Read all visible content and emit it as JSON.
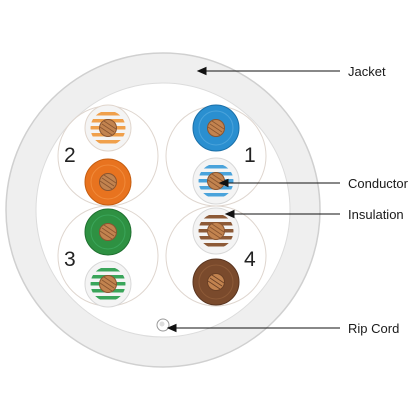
{
  "callouts": {
    "jacket": "Jacket",
    "conductor": "Conductor",
    "insulation": "Insulation",
    "rip_cord": "Rip Cord"
  },
  "pairs": [
    {
      "number": "1",
      "solid": "blue",
      "striped": "blue-white"
    },
    {
      "number": "2",
      "solid": "orange",
      "striped": "orange-white"
    },
    {
      "number": "3",
      "solid": "green",
      "striped": "green-white"
    },
    {
      "number": "4",
      "solid": "brown",
      "striped": "brown-white"
    }
  ],
  "colors": {
    "jacket_fill": "#efefef",
    "jacket_stroke": "#d0d0d0",
    "core_fill": "#ffffff",
    "copper": "#c2834f",
    "copper_dark": "#8a5530",
    "blue": "#2a8fd0",
    "orange": "#e8731f",
    "green": "#2e9142",
    "brown": "#7a4a2c",
    "stripe_blue": "#4aa3db",
    "stripe_orange": "#f0a04b",
    "stripe_green": "#3aa55a",
    "stripe_brown": "#8d5a37",
    "pair_group_stroke": "#dfd6cf"
  }
}
